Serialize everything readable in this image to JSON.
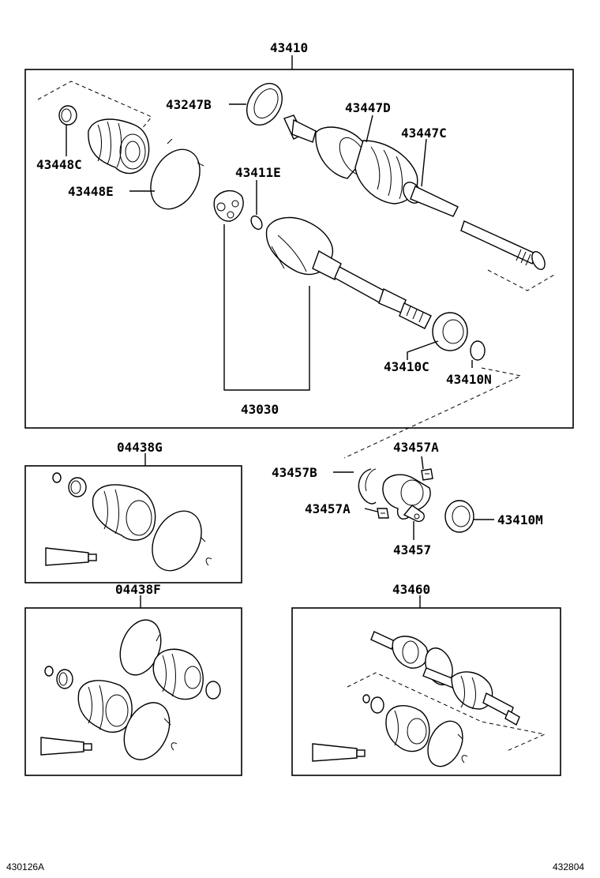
{
  "diagram": {
    "labels": {
      "assy_main": "43410",
      "p43247B": "43247B",
      "p43447D": "43447D",
      "p43447C": "43447C",
      "p43448C": "43448C",
      "p43448E": "43448E",
      "p43411E": "43411E",
      "p43410C": "43410C",
      "p43410N": "43410N",
      "p43030": "43030",
      "kit_g": "04438G",
      "kit_f": "04438F",
      "p43457A_top": "43457A",
      "p43457B": "43457B",
      "p43457A_mid": "43457A",
      "p43410M": "43410M",
      "p43457": "43457",
      "assy_lower": "43460"
    },
    "footer": {
      "left_code": "430126A",
      "right_code": "432804"
    }
  }
}
